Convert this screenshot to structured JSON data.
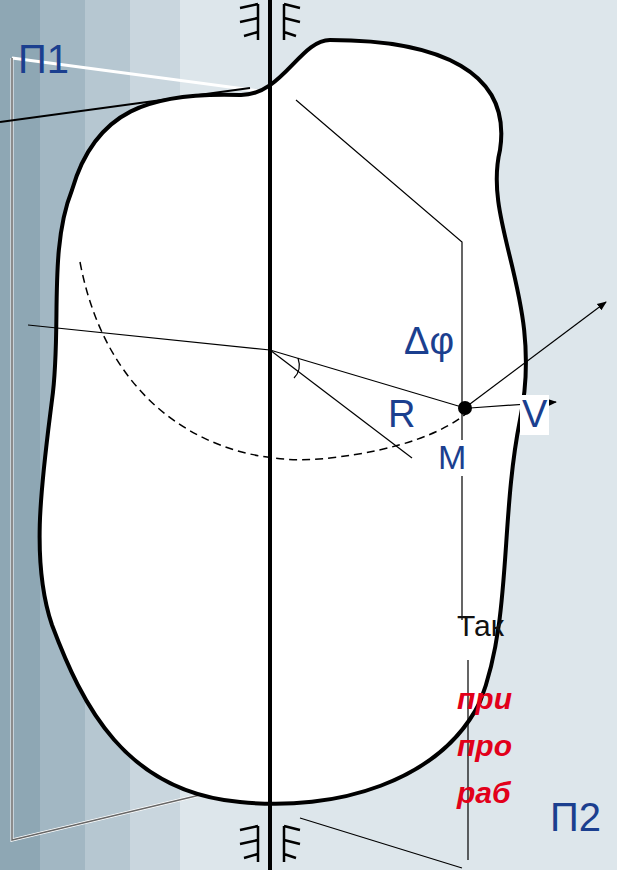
{
  "diagram": {
    "labels": [
      "П1",
      "Δφ",
      "R",
      "V",
      "M",
      "Так",
      "при",
      "про",
      "раб",
      "П2"
    ]
  }
}
